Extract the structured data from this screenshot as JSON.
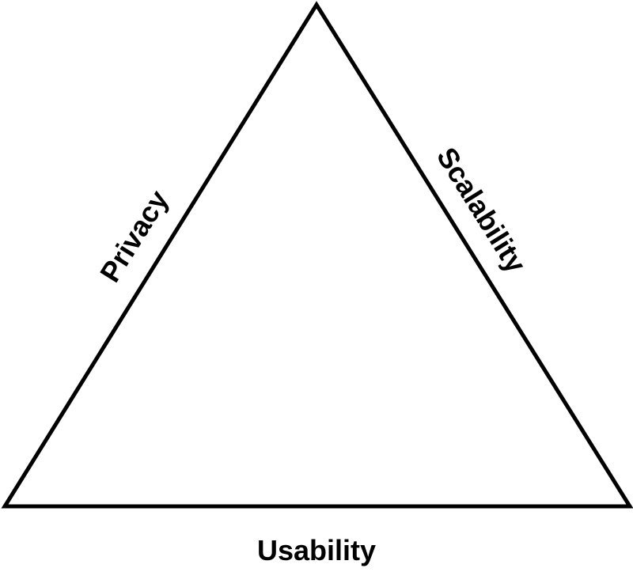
{
  "diagram": {
    "vertices": [],
    "edges": [
      {
        "label": "Privacy"
      },
      {
        "label": "Scalability"
      },
      {
        "label": "Usability"
      }
    ],
    "colors": {
      "stroke": "#000000",
      "text": "#000000",
      "background": "#ffffff"
    }
  }
}
